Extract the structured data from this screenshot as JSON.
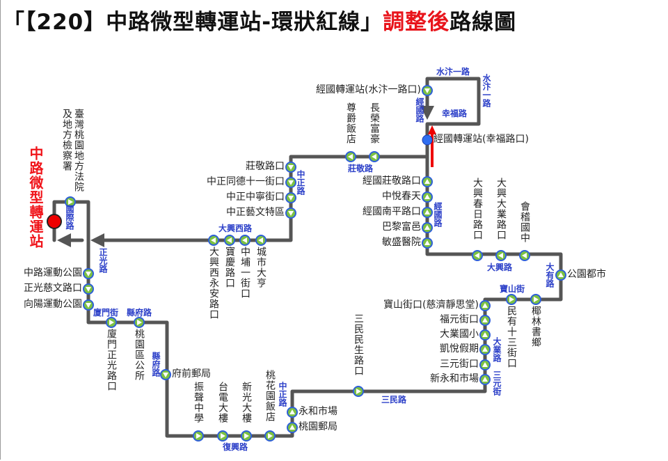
{
  "title": {
    "part1": "「【220】中路微型轉運站-環狀紅線」",
    "part2": "調整後",
    "part3": "路線圖"
  },
  "colors": {
    "route": "#555555",
    "stop_fill": "#7cc142",
    "stop_border": "#2e5fd8",
    "road_label": "#2b3fc8",
    "terminal": "#ee0000",
    "highlight_arrow": "#ee0000"
  },
  "terminal": {
    "name": "中路微型轉運站"
  },
  "stops": [
    "臺灣桃園地方法院及地方檢察署",
    "中路運動公園",
    "正光慈文路口",
    "向陽運動公園",
    "廈門正光路口",
    "桃園區公所",
    "府前郵局",
    "振聲中學",
    "台電大樓",
    "新光大樓",
    "桃花園飯店",
    "桃園郵局",
    "永和市場",
    "三民民生路口",
    "新永和市場",
    "三元街口",
    "凱悅假期",
    "大業國小",
    "福元街口",
    "寶山街口(慈濟靜思堂)",
    "民有十三街口",
    "椰林書鄉",
    "公園都市",
    "會稽國中",
    "大興大業路口",
    "大興春日路口",
    "敏盛醫院",
    "巴黎富邑",
    "經國南平路口",
    "中悅春天",
    "經國莊敬路口",
    "經國轉運站(幸福路口)",
    "經國轉運站(水汴一路口)",
    "長榮富豪",
    "尊爵飯店",
    "莊敬路口",
    "中正同德十一街口",
    "中正中寧街口",
    "中正藝文特區",
    "城市大亨",
    "中埔一街口",
    "寶慶路口",
    "大興西永安路口"
  ],
  "roads": [
    "國際路",
    "正光路",
    "廈門街",
    "縣府路",
    "縣府路",
    "復興路",
    "中正路",
    "三民路",
    "三元街",
    "大業路",
    "寶山街",
    "大有路",
    "大興路",
    "經國路",
    "經國路",
    "幸福路",
    "水汴一路",
    "水汴一路",
    "莊敬路",
    "中正路",
    "大興西路"
  ]
}
